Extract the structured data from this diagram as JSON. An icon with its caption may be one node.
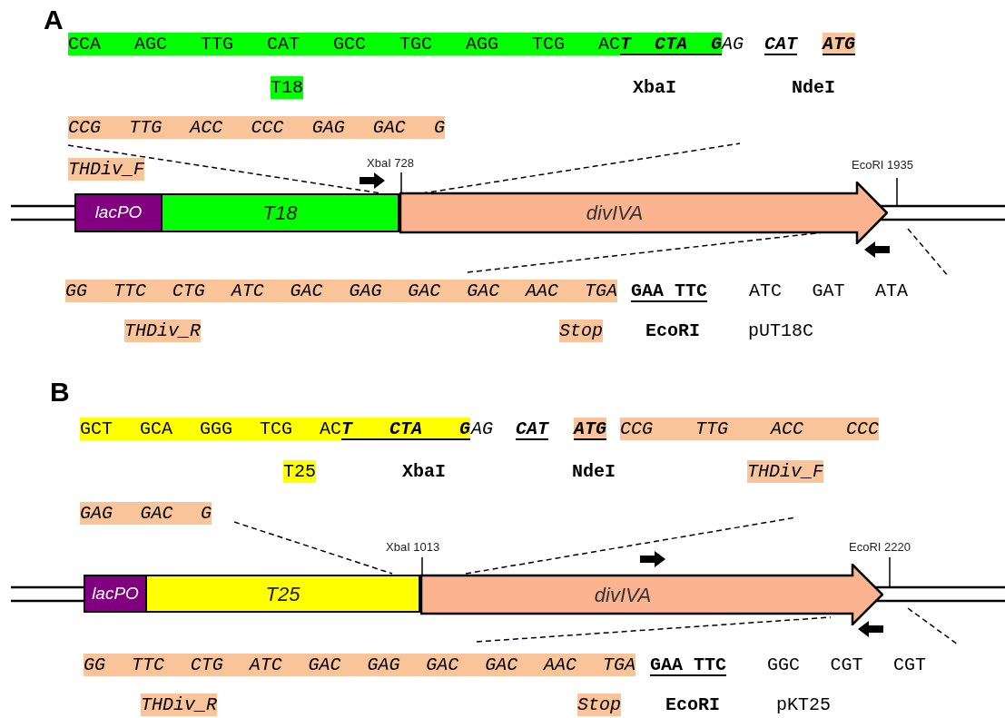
{
  "diagram": {
    "nodes": [
      {
        "text": [
          "lacPO"
        ]
      },
      {
        "text": [
          "T18"
        ]
      },
      {
        "text": [
          "divIVA"
        ],
        "beside": [
          "XbaI 728"
        ]
      },
      {
        "text": [
          "lacPO"
        ]
      },
      {
        "text": [
          "T25"
        ]
      },
      {
        "text": [
          "divIVA"
        ],
        "beside": [
          "XbaI 1013"
        ]
      }
    ],
    "labels": [
      "A",
      "CCA AGC TTG CAT GCC TGC AGG TCG AC",
      "T CTA G",
      "AG",
      "CAT",
      "ATG",
      "T18",
      "XbaI",
      "NdeI",
      "CCG TTG ACC CCC GAG GAC G",
      "THDiv_F",
      "EcoRI 1935",
      "GG TTC CTG ATC GAC GAG GAC GAC AAC TGA",
      "GAA TTC",
      "ATC GAT ATA",
      "THDiv_R",
      "Stop",
      "EcoRI",
      "pUT18C",
      "B",
      "GCT GCA GGG TCG AC",
      "T CTA G",
      "AG",
      "CAT",
      "ATG",
      "CCG TTG ACC CCC",
      "T25",
      "XbaI",
      "NdeI",
      "THDiv_F",
      "GAG GAC G",
      "EcoRI 2220",
      "GG TTC CTG ATC GAC GAG GAC GAC AAC TGA",
      "GAA TTC",
      "GGC CGT CGT",
      "THDiv_R",
      "Stop",
      "EcoRI",
      "pKT25"
    ]
  }
}
